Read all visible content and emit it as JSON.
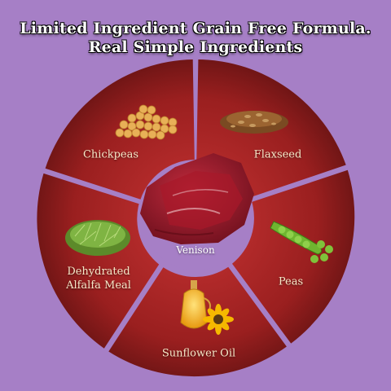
{
  "headline": {
    "line1": "Limited Ingredient Grain Free Formula.",
    "line2": "Real Simple Ingredients"
  },
  "center": {
    "label": "Venison",
    "icon": "venison-meat-icon"
  },
  "segments": [
    {
      "key": "chickpeas",
      "label": "Chickpeas",
      "icon": "chickpeas-icon"
    },
    {
      "key": "flaxseed",
      "label": "Flaxseed",
      "icon": "flaxseed-icon"
    },
    {
      "key": "peas",
      "label": "Peas",
      "icon": "peas-icon"
    },
    {
      "key": "sunflower-oil",
      "label": "Sunflower Oil",
      "icon": "sunflower-oil-icon"
    },
    {
      "key": "alfalfa",
      "label_line1": "Dehydrated",
      "label_line2": "Alfalfa Meal",
      "icon": "alfalfa-icon"
    }
  ],
  "colors": {
    "background": "#a67fc6",
    "segment": "#9a1f1f",
    "segment_dark": "#6e1515",
    "label": "#f6e8c8"
  }
}
